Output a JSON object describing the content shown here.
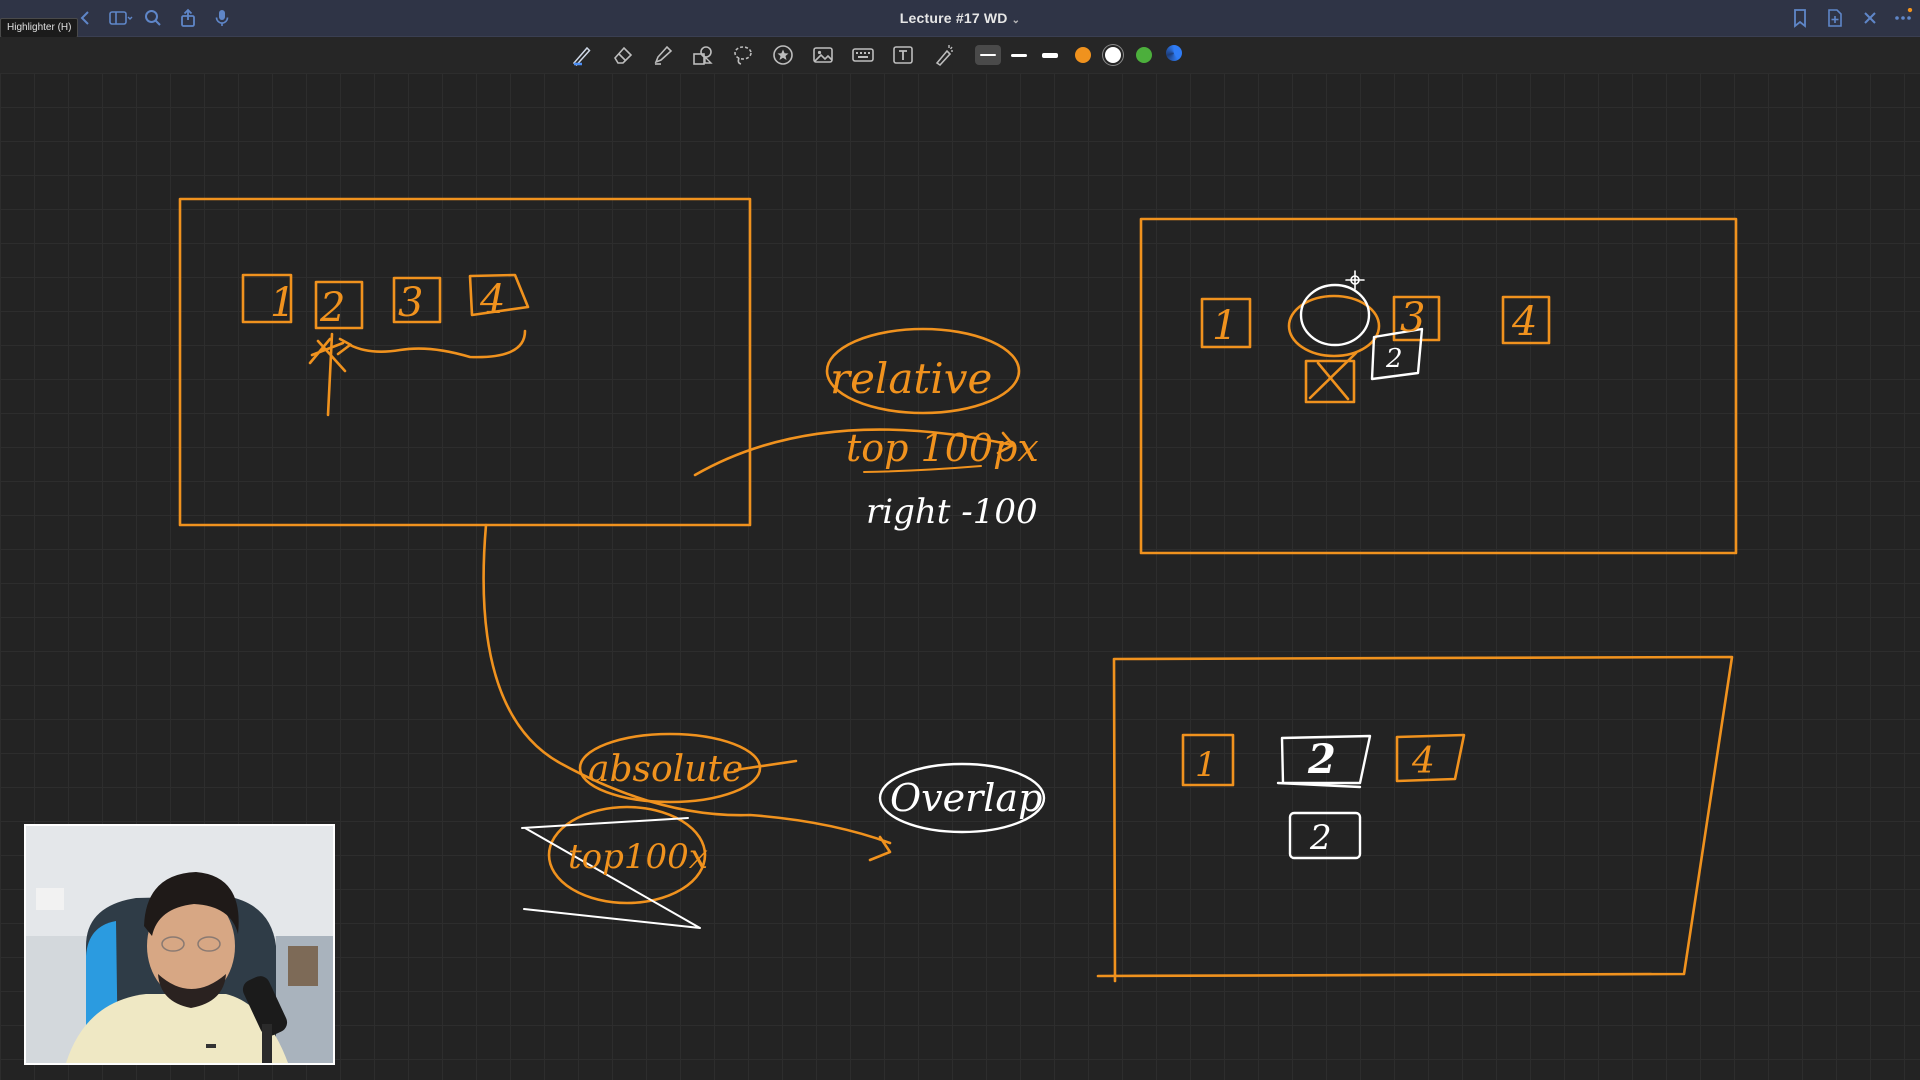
{
  "window": {
    "title": "Lecture #17 WD",
    "title_chevron": "⌄",
    "tooltip": "Highlighter (H)"
  },
  "colors": {
    "accent_orange": "#f0921e",
    "ink_white": "#ffffff",
    "tool_green": "#4caf3c",
    "tool_blue": "#2f7cf6",
    "titlebar": "#2f3446",
    "canvas": "#232323"
  },
  "toolbar": {
    "tools": [
      "pen-icon",
      "eraser-icon",
      "highlighter-icon",
      "shapes-icon",
      "lasso-icon",
      "sticker-icon",
      "image-icon",
      "keyboard-icon",
      "text-box-icon",
      "laser-pointer-icon"
    ],
    "thickness_options": [
      "thin",
      "medium",
      "thick"
    ],
    "selected_thickness": "thin",
    "color_options": [
      "orange",
      "white",
      "green",
      "blue-picker"
    ],
    "selected_color": "white"
  },
  "board": {
    "box1_items": [
      "1",
      "2",
      "3",
      "4"
    ],
    "box2_items": [
      "1",
      "3",
      "2",
      "4"
    ],
    "box3_items": [
      "1",
      "2",
      "4",
      "2"
    ],
    "note_relative": "relative",
    "note_top": "top 100px",
    "note_right": "right -100",
    "note_absolute": "absolute",
    "note_top_struck": "top100x",
    "note_overlap": "Overlap"
  }
}
